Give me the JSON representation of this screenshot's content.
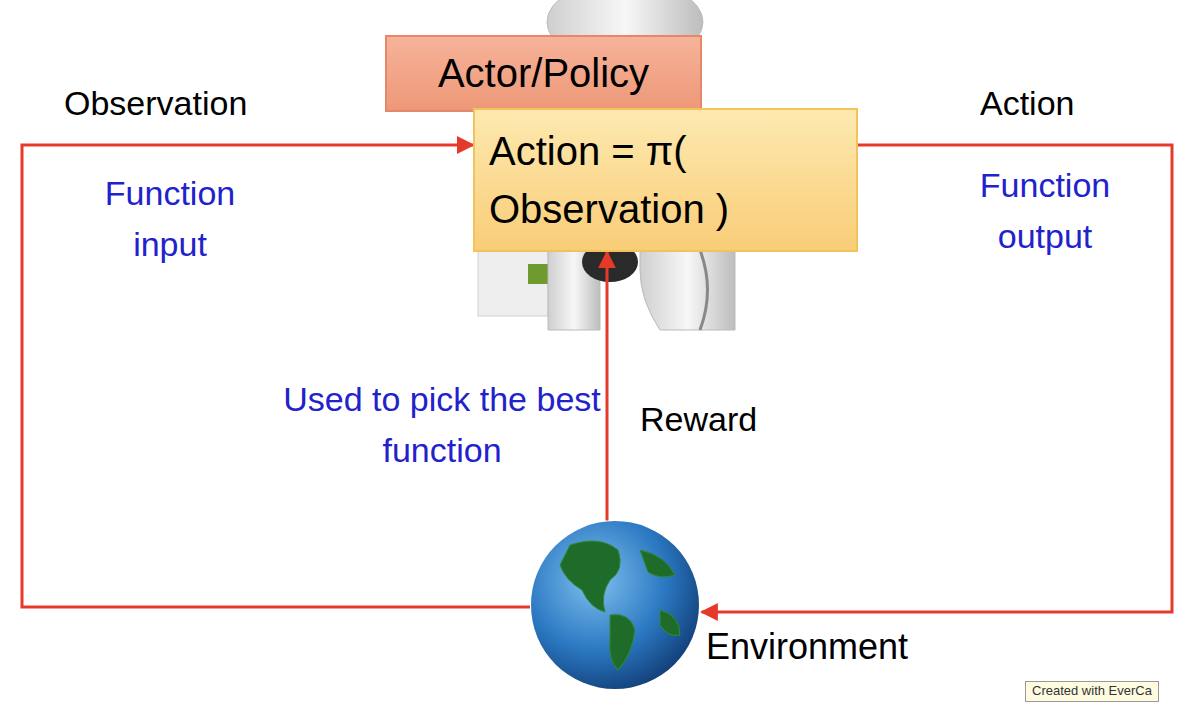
{
  "diagram": {
    "nodes": [
      {
        "text": [
          "Actor/Policy"
        ]
      },
      {
        "text": [
          "Action = π( Observation )"
        ]
      },
      {
        "text": [
          "Environment"
        ]
      }
    ],
    "edges": [
      {
        "from": 2,
        "to": 1,
        "arrow": "to",
        "label": "Observation"
      },
      {
        "from": 1,
        "to": 2,
        "arrow": "to",
        "label": "Action"
      },
      {
        "from": 2,
        "to": 1,
        "arrow": "to",
        "label": "Reward"
      }
    ],
    "labels": [
      "Function input",
      "Function output",
      "Used to pick the best function",
      "Created with EverCa"
    ]
  }
}
